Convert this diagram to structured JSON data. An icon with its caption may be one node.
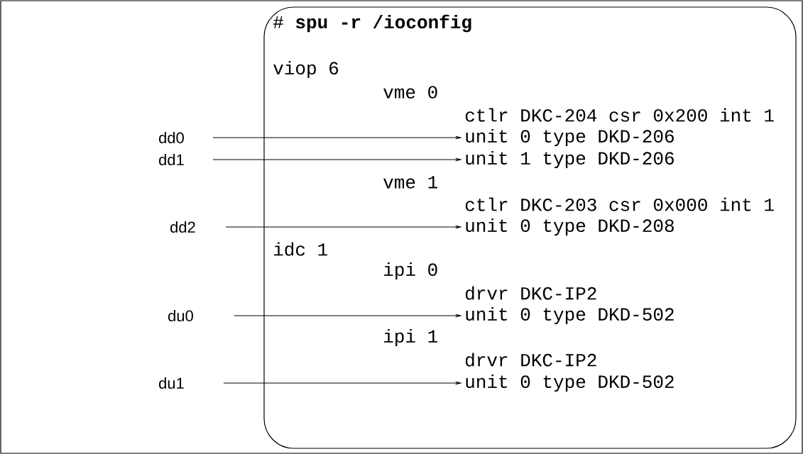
{
  "diagram": {
    "nodes": [
      {
        "text": [
          "# **spu -r /ioconfig**"
        ]
      },
      {
        "text": [
          "viop 6"
        ],
        "in": 0
      },
      {
        "text": [
          "vme 0"
        ],
        "in": 0
      },
      {
        "text": [
          "ctlr DKC-204 csr 0x200 int 1"
        ],
        "in": 0
      },
      {
        "text": [
          "unit 0 type DKD-206"
        ],
        "in": 0
      },
      {
        "text": [
          "unit 1 type DKD-206"
        ],
        "in": 0
      },
      {
        "text": [
          "vme 1"
        ],
        "in": 0
      },
      {
        "text": [
          "ctlr DKC-203 csr 0x000 int 1"
        ],
        "in": 0
      },
      {
        "text": [
          "unit 0 type DKD-208"
        ],
        "in": 0
      },
      {
        "text": [
          "idc 1"
        ],
        "in": 0
      },
      {
        "text": [
          "ipi 0"
        ],
        "in": 0
      },
      {
        "text": [
          "drvr DKC-IP2"
        ],
        "in": 0
      },
      {
        "text": [
          "unit 0 type DKD-502"
        ],
        "in": 0
      },
      {
        "text": [
          "ipi 1"
        ],
        "in": 0
      },
      {
        "text": [
          "drvr DKC-IP2"
        ],
        "in": 0
      },
      {
        "text": [
          "unit 0 type DKD-502"
        ],
        "in": 0
      },
      {
        "text": [
          "dd0"
        ]
      },
      {
        "text": [
          "dd1"
        ]
      },
      {
        "text": [
          "dd2"
        ]
      },
      {
        "text": [
          "du0"
        ]
      },
      {
        "text": [
          "du1"
        ]
      }
    ],
    "edges": [
      {
        "from": 16,
        "to": 4,
        "arrow": "to"
      },
      {
        "from": 17,
        "to": 5,
        "arrow": "to"
      },
      {
        "from": 18,
        "to": 8,
        "arrow": "to"
      },
      {
        "from": 19,
        "to": 12,
        "arrow": "to"
      },
      {
        "from": 20,
        "to": 15,
        "arrow": "to"
      }
    ]
  }
}
